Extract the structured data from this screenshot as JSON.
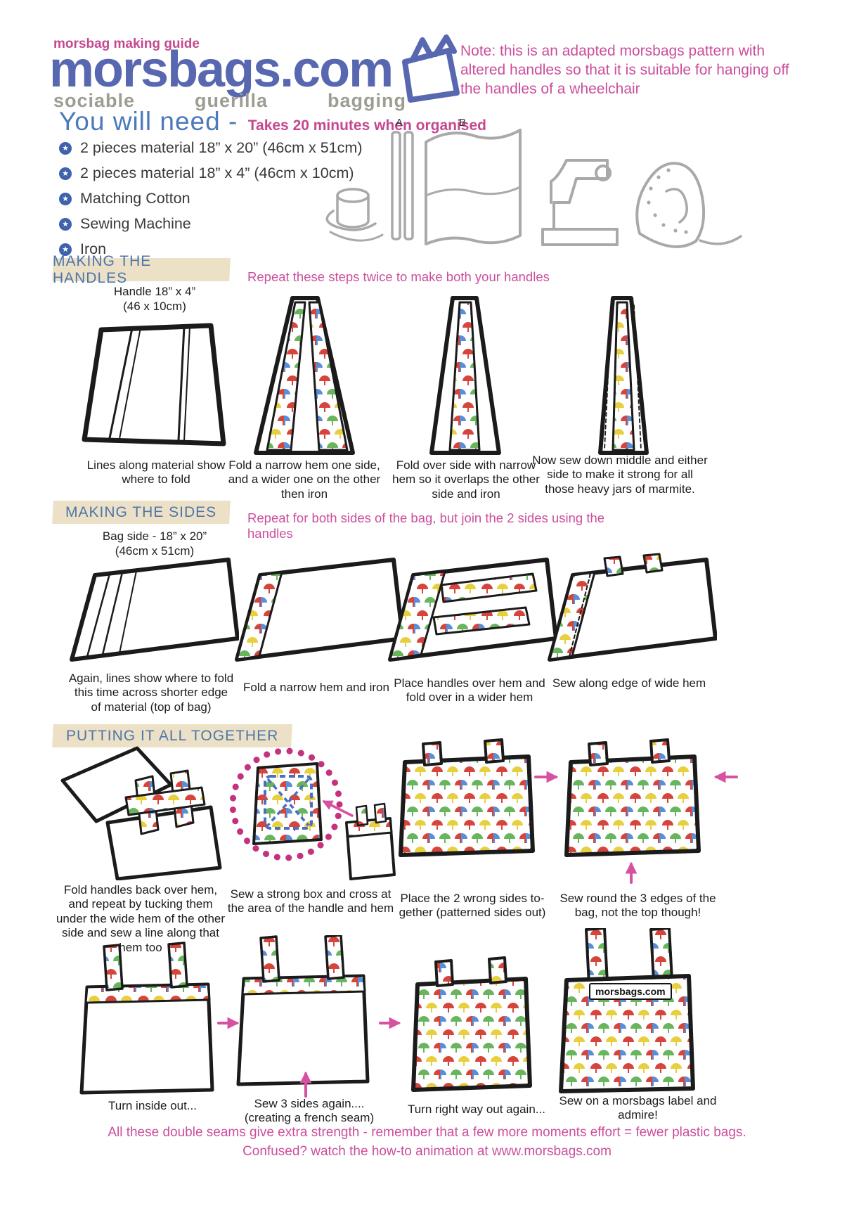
{
  "header": {
    "tagline": "morsbag making guide",
    "logo": "morsbags.com",
    "sublogo": [
      "sociable",
      "guerilla",
      "bagging"
    ],
    "note": "Note: this is an adapted morsbags pattern with altered handles so that it is suitable for hanging off the handles of a wheelchair"
  },
  "you_will_need": {
    "title": "You will need -",
    "time_note": "Takes 20 minutes when organised",
    "items": [
      "2 pieces material 18” x 20” (46cm x 51cm)",
      "2 pieces material 18” x 4” (46cm x 10cm)",
      "Matching Cotton",
      "Sewing Machine",
      "Iron"
    ],
    "label_a": "A",
    "label_b": "B"
  },
  "making_handles": {
    "title": "MAKING THE HANDLES",
    "note": "Repeat these steps twice to make both your handles",
    "piece_label_line1": "Handle 18” x 4”",
    "piece_label_line2": "(46 x 10cm)",
    "steps": [
      {
        "caption": "Lines along material show where to fold"
      },
      {
        "caption": "Fold a narrow hem one side, and a wider one on the other then iron"
      },
      {
        "caption": "Fold over side with narrow hem so it overlaps the other side and iron"
      },
      {
        "caption": "Now sew down middle and either side to make it strong for all those heavy jars of marmite."
      }
    ]
  },
  "making_sides": {
    "title": "MAKING THE SIDES",
    "note": "Repeat for both sides of the bag, but join the 2 sides using the handles",
    "piece_label_line1": "Bag side - 18” x 20”",
    "piece_label_line2": "(46cm x 51cm)",
    "steps": [
      {
        "caption": "Again, lines show where to fold this time across shorter edge of material (top of bag)"
      },
      {
        "caption": "Fold a narrow hem and iron"
      },
      {
        "caption": "Place handles over hem and fold over in a wider hem"
      },
      {
        "caption": "Sew along edge of wide hem"
      }
    ]
  },
  "putting_together": {
    "title": "PUTTING IT ALL TOGETHER",
    "steps": [
      {
        "caption": "Fold handles back over hem, and repeat by tucking them under the wide hem of the other side and sew a line along that hem too"
      },
      {
        "caption": "Sew a strong box and cross at the area of the handle and hem"
      },
      {
        "caption": "Place the 2 wrong sides to-gether (patterned sides out)"
      },
      {
        "caption": "Sew round the 3 edges of the bag, not the top though!"
      },
      {
        "caption": "Turn inside out..."
      },
      {
        "caption": "Sew 3 sides again....\n(creating a french seam)"
      },
      {
        "caption": "Turn right way out again..."
      },
      {
        "caption": "Sew on a morsbags label and admire!"
      }
    ],
    "bag_label": "morsbags.com"
  },
  "footer": {
    "line1": "All these double seams give extra strength - remember that a few more moments effort = fewer plastic bags.",
    "line2": "Confused? watch the how-to animation at www.morsbags.com"
  },
  "colors": {
    "logo_blue": "#5767b0",
    "heading_blue": "#4d76ab",
    "pink": "#cb4e9c",
    "dotted_circle_pink": "#c5317f",
    "sublogo_grey": "#9d9d93",
    "section_bar_tan": "#ece1c6",
    "umbrella_red": "#d6453c",
    "umbrella_yellow": "#e7cf3e",
    "umbrella_blue": "#5b8ed6",
    "umbrella_green": "#69b55e"
  }
}
